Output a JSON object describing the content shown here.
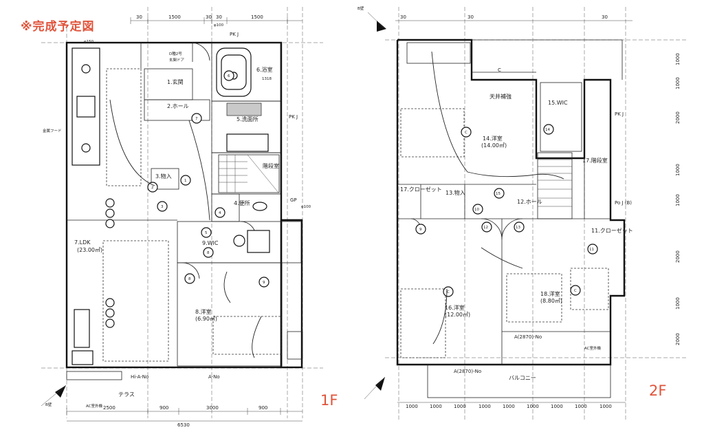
{
  "header": {
    "badge": "※完成予定図"
  },
  "floor_labels": {
    "first": "1F",
    "second": "2F"
  },
  "floor1": {
    "top_dims": [
      "30",
      "1500",
      "30",
      "30",
      "1500"
    ],
    "bottom_dims": [
      "2500",
      "900",
      "3000",
      "900"
    ],
    "total_width": "6530",
    "rooms": [
      {
        "label": "1.玄関"
      },
      {
        "label": "2.ホール"
      },
      {
        "label": "3.物入"
      },
      {
        "label": "4.便所"
      },
      {
        "label": "5.洗面所"
      },
      {
        "label": "6.浴室"
      },
      {
        "label": "7.LDK",
        "area": "(23.00㎡)"
      },
      {
        "label": "8.洋室",
        "area": "(6.90㎡)"
      },
      {
        "label": "9.WIC"
      },
      {
        "label": "階段室"
      }
    ],
    "notes": {
      "pkj": "PK J",
      "gp": "GP",
      "gp_pipe": "φ100",
      "phi100": "φ100",
      "phi150": "φ150",
      "terrace": "テラス",
      "hi_a": "Hi-A-No",
      "a_no": "A-No",
      "ac_outdoor": "AC室外機",
      "bath_size": "1318",
      "shoe_box": "D種2号",
      "entrance_door": "玄関ドア",
      "corner_note": "B壁",
      "gas_hood": "金属フード"
    },
    "circles": [
      "1",
      "2",
      "3",
      "4",
      "5",
      "6",
      "7",
      "8",
      "8",
      "9"
    ]
  },
  "floor2": {
    "top_dims": [
      "30",
      "30",
      "30"
    ],
    "bottom_dims": [
      "1000",
      "1000",
      "1000",
      "1000",
      "1000",
      "1000",
      "1000",
      "1000",
      "1000"
    ],
    "right_dims": [
      "1000",
      "1000",
      "2000",
      "1000",
      "1000",
      "2000",
      "1000",
      "2000"
    ],
    "rooms": [
      {
        "label": "11.クローゼット"
      },
      {
        "label": "12.ホール"
      },
      {
        "label": "13.物入"
      },
      {
        "label": "14.洋室",
        "area": "(14.00㎡)"
      },
      {
        "label": "15.WIC"
      },
      {
        "label": "16.洋室",
        "area": "(12.00㎡)"
      },
      {
        "label": "17.クローゼット"
      },
      {
        "label": "17.階段室"
      },
      {
        "label": "18.洋室",
        "area": "(8.80㎡)"
      },
      {
        "label": "天井補強"
      }
    ],
    "notes": {
      "balcony": "バルコニー",
      "a_2870_1": "A(2870)-No",
      "a_2870_2": "A(2870)-No",
      "pkj": "PK J",
      "poj": "Po J (B)",
      "c": "C",
      "ac_outdoor": "AC室外機",
      "corner_note": "B壁"
    },
    "circles": [
      "9",
      "10",
      "11",
      "12",
      "13",
      "14",
      "15",
      "C",
      "C",
      "C"
    ]
  }
}
